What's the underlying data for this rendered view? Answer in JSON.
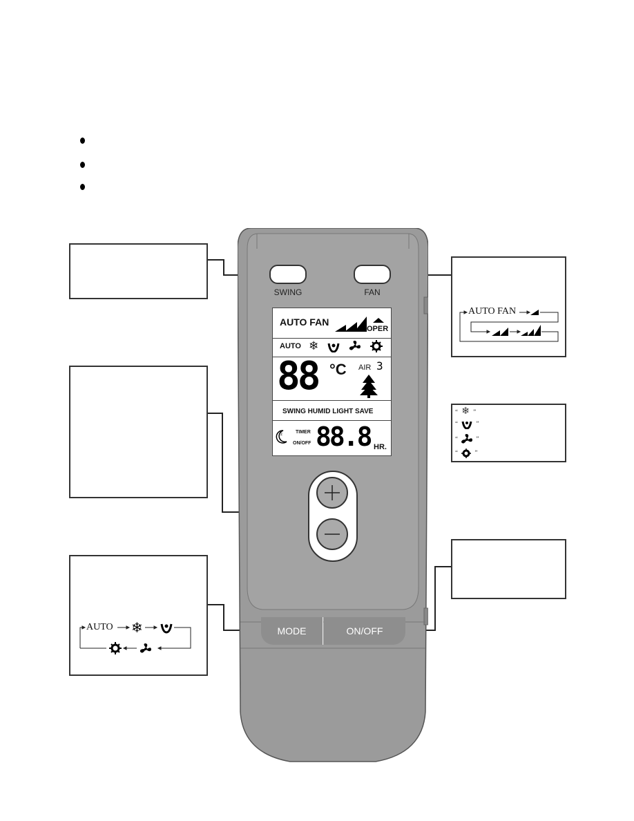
{
  "buttons": {
    "swing": "SWING",
    "fan": "FAN",
    "mode": "MODE",
    "onoff": "ON/OFF"
  },
  "lcd": {
    "auto_fan": "AUTO  FAN",
    "oper": "OPER",
    "mode_auto": "AUTO",
    "temp_digits": "88",
    "temp_unit": "°C",
    "air": "AIR",
    "air_level": "3",
    "functions": "SWING  HUMID  LIGHT  SAVE",
    "timer": "TIMER",
    "timer_onoff": "ON/OFF",
    "timer_digits": "88.8",
    "hr": "HR."
  },
  "fan_flow": {
    "auto_fan": "AUTO FAN"
  },
  "mode_flow": {
    "auto": "AUTO"
  },
  "legend": {
    "open_quote": "“",
    "close_quote": "”"
  },
  "icons": [
    "snowflake-icon",
    "humidity-icon",
    "fan-icon",
    "sun-icon",
    "moon-icon",
    "tree-icon",
    "plus-icon",
    "minus-icon"
  ]
}
